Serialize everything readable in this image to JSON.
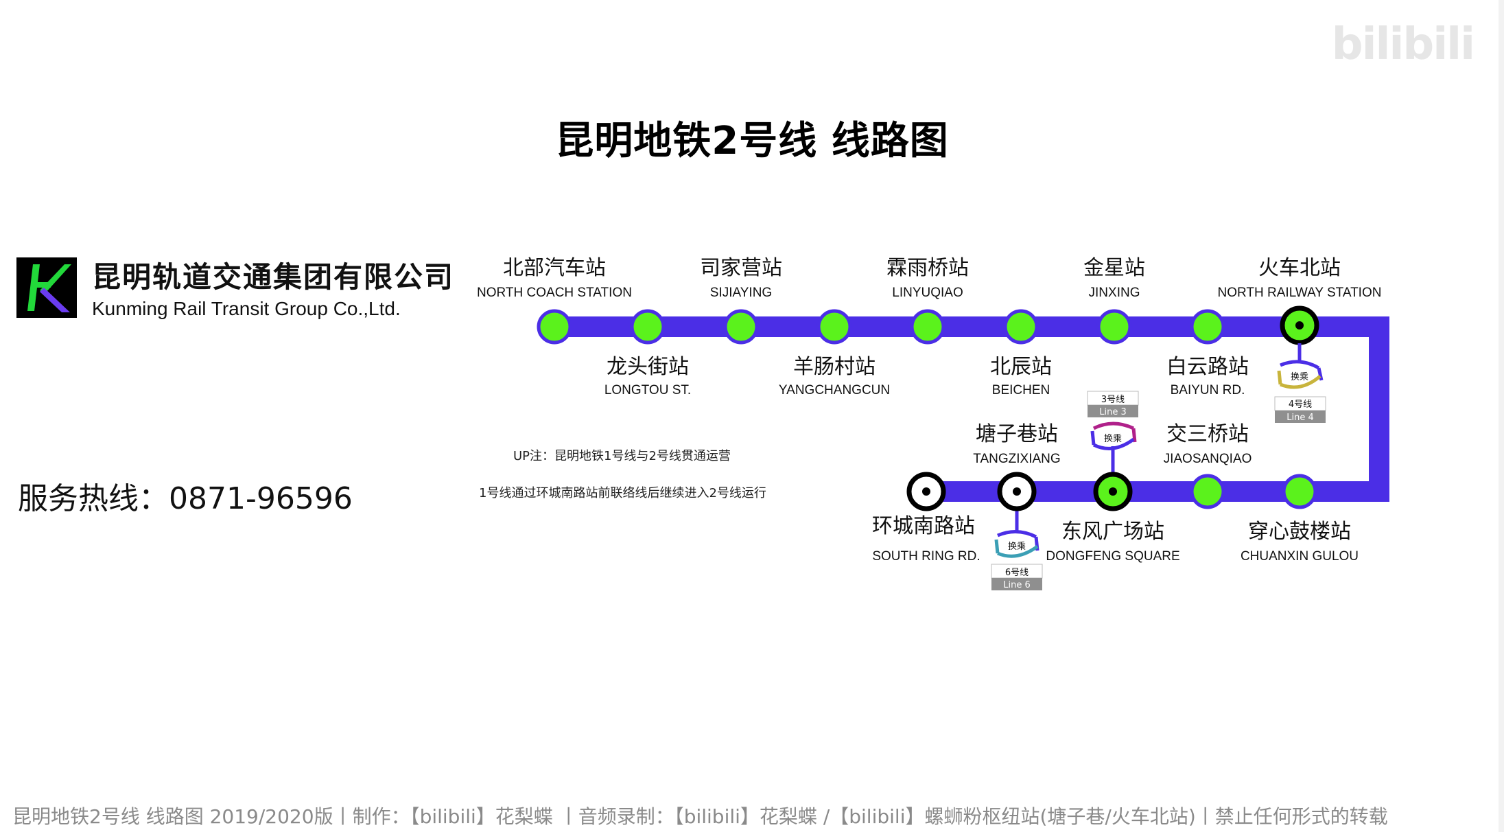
{
  "title": "昆明地铁2号线 线路图",
  "watermark": "bilibili",
  "company": {
    "cn": "昆明轨道交通集团有限公司",
    "en": "Kunming Rail Transit Group Co.,Ltd."
  },
  "hotline": "服务热线：0871-96596",
  "notes": [
    "UP注：昆明地铁1号线与2号线贯通运营",
    "1号线通过环城南路站前联络线后继续进入2号线运行"
  ],
  "footer": "昆明地铁2号线 线路图  2019/2020版丨制作：【bilibili】花梨蝶 丨音频录制：【bilibili】花梨蝶 /【bilibili】螺蛳粉枢纽站(塘子巷/火车北站)丨禁止任何形式的转载",
  "colors": {
    "line": "#4b2ee6",
    "station": "#5bf21c",
    "interchange_ring": "#000000",
    "logo_green": "#22d83a",
    "logo_purple": "#6b3cf0"
  },
  "stations_top": [
    {
      "cn": "北部汽车站",
      "en": "NORTH COACH STATION",
      "type": "normal"
    },
    {
      "cn": "龙头街站",
      "en": "LONGTOU ST.",
      "type": "normal"
    },
    {
      "cn": "司家营站",
      "en": "SIJIAYING",
      "type": "normal"
    },
    {
      "cn": "羊肠村站",
      "en": "YANGCHANGCUN",
      "type": "normal"
    },
    {
      "cn": "霖雨桥站",
      "en": "LINYUQIAO",
      "type": "normal"
    },
    {
      "cn": "北辰站",
      "en": "BEICHEN",
      "type": "normal"
    },
    {
      "cn": "金星站",
      "en": "JINXING",
      "type": "normal"
    },
    {
      "cn": "白云路站",
      "en": "BAIYUN RD.",
      "type": "normal"
    },
    {
      "cn": "火车北站",
      "en": "NORTH RAILWAY STATION",
      "type": "interchange"
    }
  ],
  "stations_bottom": [
    {
      "cn": "环城南路站",
      "en": "SOUTH RING RD.",
      "type": "terminal"
    },
    {
      "cn": "塘子巷站",
      "en": "TANGZIXIANG",
      "type": "terminal"
    },
    {
      "cn": "东风广场站",
      "en": "DONGFENG SQUARE",
      "type": "interchange"
    },
    {
      "cn": "交三桥站",
      "en": "JIAOSANQIAO",
      "type": "normal"
    },
    {
      "cn": "穿心鼓楼站",
      "en": "CHUANXIN GULOU",
      "type": "normal"
    }
  ],
  "transfers": [
    {
      "at": "火车北站",
      "label": "换乘",
      "line_cn": "4号线",
      "line_en": "Line 4",
      "color": "#c8b43c"
    },
    {
      "at": "东风广场站",
      "label": "换乘",
      "line_cn": "3号线",
      "line_en": "Line 3",
      "color": "#b0208a"
    },
    {
      "at": "塘子巷站",
      "label": "换乘",
      "line_cn": "6号线",
      "line_en": "Line 6",
      "color": "#3b9fb5"
    }
  ]
}
